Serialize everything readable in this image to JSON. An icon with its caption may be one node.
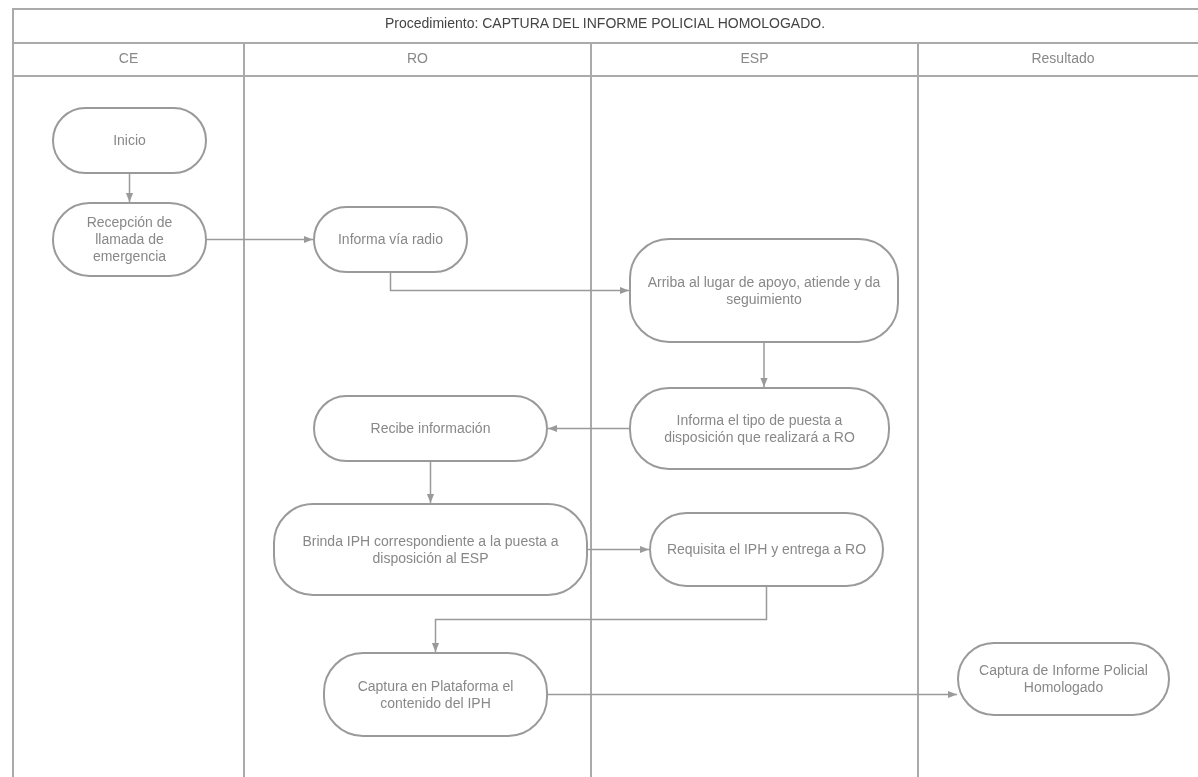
{
  "diagram": {
    "title": "Procedimiento: CAPTURA DEL INFORME POLICIAL HOMOLOGADO.",
    "nodes": [
      {
        "text": [
          "CE"
        ]
      },
      {
        "text": [
          "RO"
        ]
      },
      {
        "text": [
          "ESP"
        ]
      },
      {
        "text": [
          "Resultado"
        ]
      },
      {
        "text": [
          "Inicio"
        ],
        "in": 0
      },
      {
        "text": [
          "Recepción de llamada de emergencia"
        ],
        "in": 0
      },
      {
        "text": [
          "Informa vía radio"
        ],
        "in": 1
      },
      {
        "text": [
          "Arriba al lugar de apoyo, atiende y da seguimiento"
        ],
        "in": 2
      },
      {
        "text": [
          "Informa el tipo de puesta a disposición que realizará a RO"
        ],
        "in": 2
      },
      {
        "text": [
          "Recibe información"
        ],
        "in": 1
      },
      {
        "text": [
          "Brinda IPH correspondiente a la puesta a disposición al ESP"
        ],
        "in": 1
      },
      {
        "text": [
          "Requisita el IPH y entrega a RO"
        ],
        "in": 2
      },
      {
        "text": [
          "Captura en Plataforma el contenido del IPH"
        ],
        "in": 1
      },
      {
        "text": [
          "Captura de Informe Policial Homologado"
        ],
        "in": 3
      }
    ],
    "edges": [
      {
        "from": 4,
        "to": 5,
        "arrow": "to"
      },
      {
        "from": 5,
        "to": 6,
        "arrow": "to"
      },
      {
        "from": 6,
        "to": 7,
        "arrow": "to"
      },
      {
        "from": 7,
        "to": 8,
        "arrow": "to"
      },
      {
        "from": 8,
        "to": 9,
        "arrow": "to"
      },
      {
        "from": 9,
        "to": 10,
        "arrow": "to"
      },
      {
        "from": 10,
        "to": 11,
        "arrow": "to"
      },
      {
        "from": 11,
        "to": 12,
        "arrow": "to"
      },
      {
        "from": 12,
        "to": 13,
        "arrow": "to"
      }
    ]
  }
}
